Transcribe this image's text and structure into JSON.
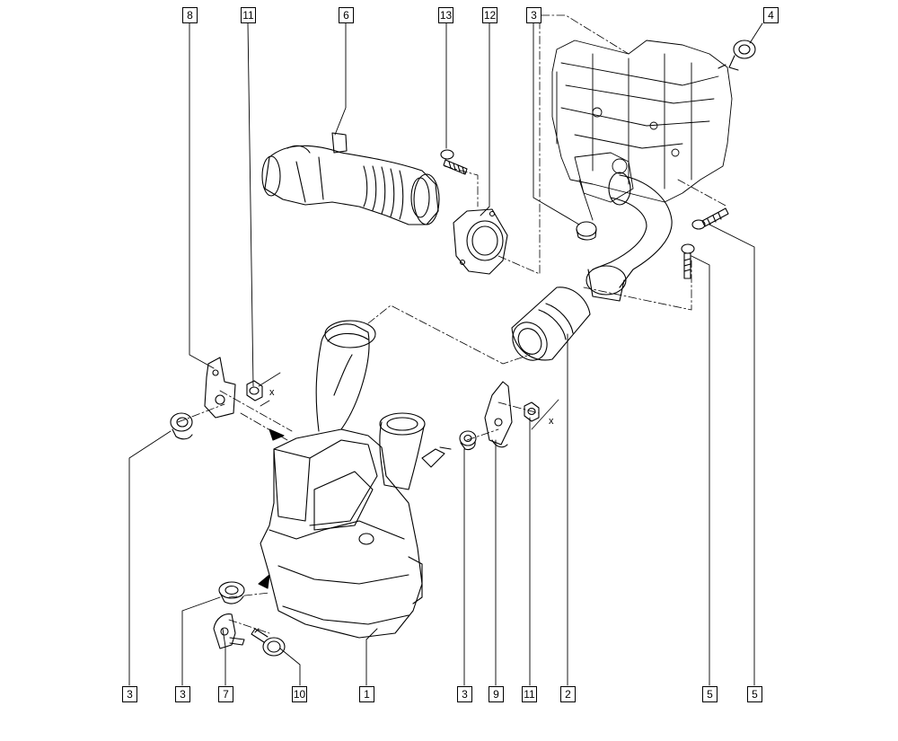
{
  "diagram": {
    "callouts_top": [
      "8",
      "11",
      "6",
      "13",
      "12",
      "3",
      "4"
    ],
    "callouts_bottom": [
      "3",
      "3",
      "7",
      "10",
      "1",
      "3",
      "9",
      "11",
      "2",
      "5",
      "5"
    ],
    "orientation_marks": [
      "x",
      "x"
    ]
  }
}
